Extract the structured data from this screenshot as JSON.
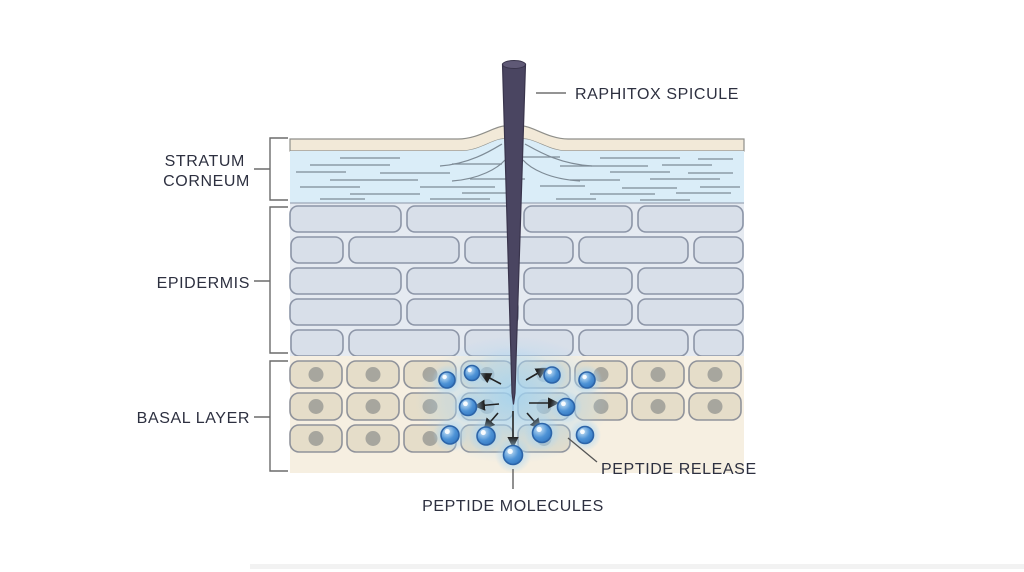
{
  "labels": {
    "spicule": "RAPHITOX SPICULE",
    "stratum_corneum_line1": "STRATUM",
    "stratum_corneum_line2": "CORNEUM",
    "epidermis": "EPIDERMIS",
    "basal_layer": "BASAL LAYER",
    "peptide_release": "PEPTIDE RELEASE",
    "peptide_molecules": "PEPTIDE MOLECULES"
  },
  "counts": {
    "peptide_molecules_visible": 11,
    "diffusion_arrows": 7,
    "epidermis_brick_rows": 5,
    "basal_cell_rows": 3
  },
  "colors": {
    "surface_band": "#f2e9d8",
    "surface_band_border": "#8f8f8a",
    "stratum_corneum_band": "#daedf8",
    "corneocyte_line": "#7e8b96",
    "epidermis_bg": "#e5eaf1",
    "epidermis_cell": "#d8dfe9",
    "epidermis_cell_border": "#8c95a7",
    "basal_bg": "#f6efe1",
    "basal_cell": "#e5ddc9",
    "basal_cell_border": "#90939b",
    "nucleus": "#a7a69e",
    "spicule_body": "#4a4561",
    "spicule_cap": "#5f5976",
    "spicule_outline": "#39344c",
    "molecule_ring": "#2c64a8",
    "molecule_mid": "#4e93d6",
    "molecule_light": "#c9e4f7",
    "glow": "#8ec7ef",
    "arrow": "#222222",
    "bracket": "#6b6b6b",
    "leader": "#555555",
    "label_text": "#2d3040"
  }
}
